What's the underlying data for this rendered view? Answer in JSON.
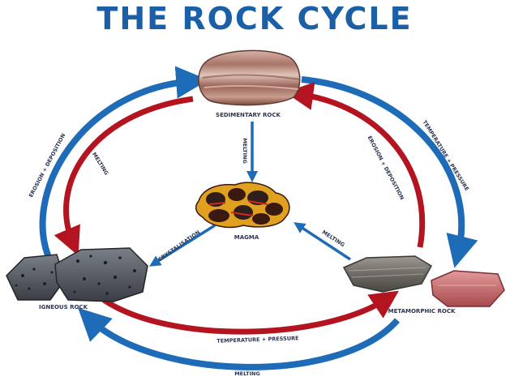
{
  "title": "THE ROCK CYCLE",
  "nodes": {
    "sedimentary": "SEDIMENTARY ROCK",
    "magma": "MAGMA",
    "igneous": "IGNEOUS ROCK",
    "metamorphic": "METAMORPHIC ROCK"
  },
  "processes": {
    "erosion_left": "EROSION + DEPOSITION",
    "melting_left": "MELTING",
    "melting_center": "MELTING",
    "crystalisation": "CRYSTALISATION",
    "melting_right": "MELTING",
    "erosion_right": "EROSION + DEPOSITION",
    "temp_pressure_right": "TEMPERATURE + PRESSURE",
    "temp_pressure_bottom": "TEMPERATURE + PRESSURE",
    "melting_bottom": "MELTING"
  },
  "colors": {
    "title": "#1a5fa8",
    "blue_arrow": "#1e6bb8",
    "red_arrow": "#b3141f",
    "label": "#2a3552"
  }
}
